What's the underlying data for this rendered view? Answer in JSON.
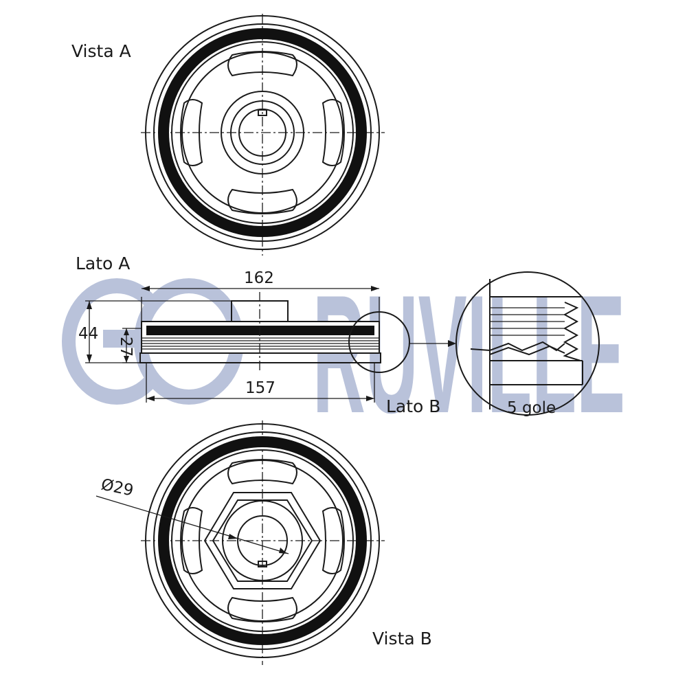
{
  "labels": {
    "vista_a": "Vista A",
    "lato_a": "Lato A",
    "lato_b": "Lato B",
    "vista_b": "Vista B",
    "detail_grooves": "5 gole"
  },
  "dimensions": {
    "outer_diameter": "162",
    "pulley_diameter": "157",
    "total_height": "44",
    "pulley_height": "27",
    "bore_diameter": "Ø29"
  },
  "watermark": {
    "brand": "RUVILLE",
    "color": "#b9c2da"
  }
}
